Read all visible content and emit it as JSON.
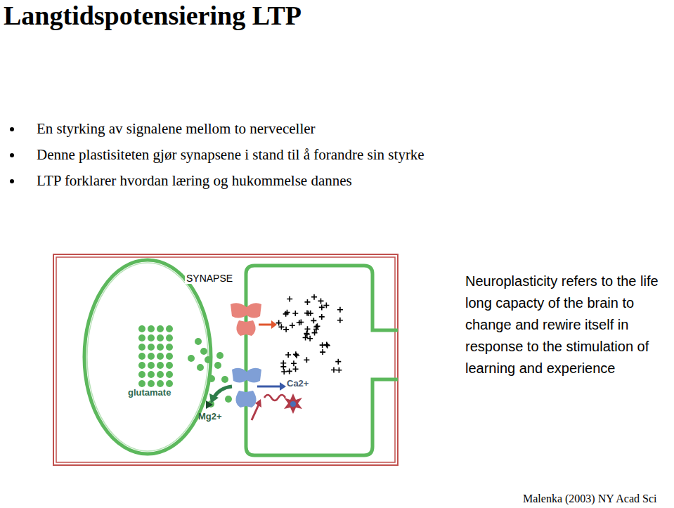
{
  "diagram": {
    "title": "Langtidspotensiering LTP",
    "nodes": [
      {
        "text": [
          "SYNAPSE"
        ]
      },
      {
        "text": [
          "glutamate"
        ],
        "in": 0
      },
      {
        "text": [
          "Ca2+"
        ],
        "in": 0
      }
    ],
    "labels": [
      "En styrking av signalene mellom to nerveceller",
      "Denne plastisiteten gjør synapsene i stand til å forandre sin styrke",
      "LTP forklarer hvordan læring og hukommelse dannes",
      "Mg2+",
      "Neuroplasticity refers to the life long capacty of the brain to change and rewire itself in response to the stimulation of learning and experience",
      "Malenka (2003) NY Acad Sci"
    ]
  }
}
